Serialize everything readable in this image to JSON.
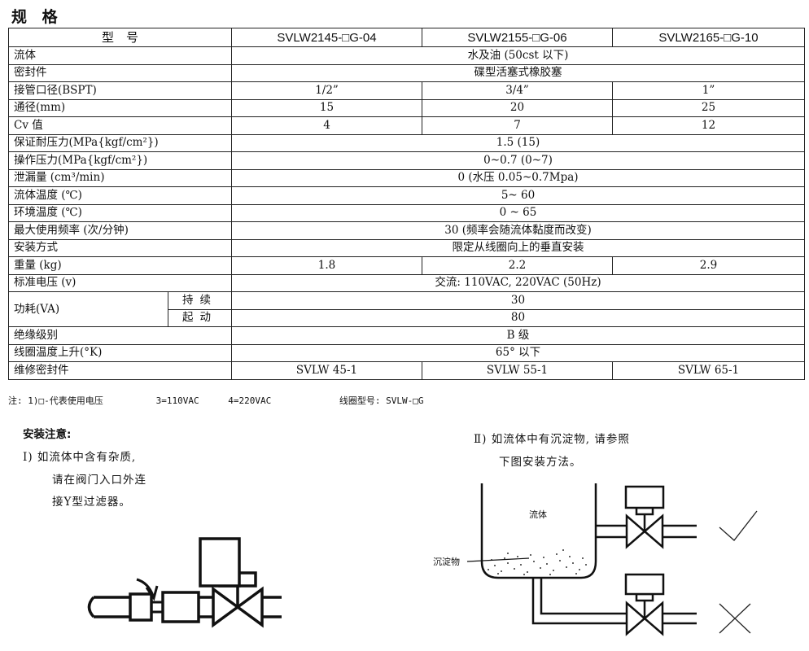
{
  "page": {
    "title": "规 格"
  },
  "table": {
    "header": {
      "label": "型　号",
      "models": [
        "SVLW2145-□G-04",
        "SVLW2155-□G-06",
        "SVLW2165-□G-10"
      ]
    },
    "rows": [
      {
        "label": "流体",
        "merged": "水及油 (50cst 以下)"
      },
      {
        "label": "密封件",
        "merged": "碟型活塞式橡胶塞"
      },
      {
        "label": "接管口径(BSPT)",
        "values": [
          "1/2”",
          "3/4”",
          "1”"
        ]
      },
      {
        "label": "通径(mm)",
        "values": [
          "15",
          "20",
          "25"
        ]
      },
      {
        "label": "Cv 值",
        "values": [
          "4",
          "7",
          "12"
        ]
      },
      {
        "label": "保证耐压力(MPa{kgf/cm²})",
        "merged": "1.5 (15)"
      },
      {
        "label": "操作压力(MPa{kgf/cm²})",
        "merged": "0~0.7 (0~7)"
      },
      {
        "label": "泄漏量 (cm³/min)",
        "merged": "0 (水压 0.05~0.7Mpa)"
      },
      {
        "label": "流体温度 (℃)",
        "merged": "5~ 60"
      },
      {
        "label": "环境温度 (℃)",
        "merged": "0 ~ 65"
      },
      {
        "label": "最大使用频率 (次/分钟)",
        "merged": "30 (频率会随流体黏度而改变)"
      },
      {
        "label": "安装方式",
        "merged": "限定从线圈向上的垂直安装"
      },
      {
        "label": "重量 (kg)",
        "values": [
          "1.8",
          "2.2",
          "2.9"
        ]
      },
      {
        "label": "标准电压 (v)",
        "merged": "交流: 110VAC, 220VAC (50Hz)"
      }
    ],
    "power": {
      "label": "功耗(VA)",
      "sub": [
        {
          "label": "持续",
          "value": "30"
        },
        {
          "label": "起动",
          "value": "80"
        }
      ]
    },
    "rows2": [
      {
        "label": "绝缘级别",
        "merged": "B 级"
      },
      {
        "label": "线圈温度上升(°K)",
        "merged": "65° 以下"
      },
      {
        "label": "维修密封件",
        "values": [
          "SVLW 45-1",
          "SVLW 55-1",
          "SVLW 65-1"
        ]
      }
    ]
  },
  "note": {
    "prefix": "注: 1)□-代表使用电压",
    "v1": "3=110VAC",
    "v2": "4=220VAC",
    "coil": "线圈型号: SVLW-□G"
  },
  "install": {
    "title": "安装注意:",
    "note1_line1": "Ⅰ) 如流体中含有杂质,",
    "note1_line2": "请在阀门入口外连",
    "note1_line3": "接Y型过滤器。",
    "note2_line1": "Ⅱ) 如流体中有沉淀物, 请参照",
    "note2_line2": "下图安装方法。",
    "tank_label": "流体",
    "sediment_label": "沉淀物"
  },
  "colors": {
    "ink": "#111111",
    "paper": "#ffffff"
  }
}
